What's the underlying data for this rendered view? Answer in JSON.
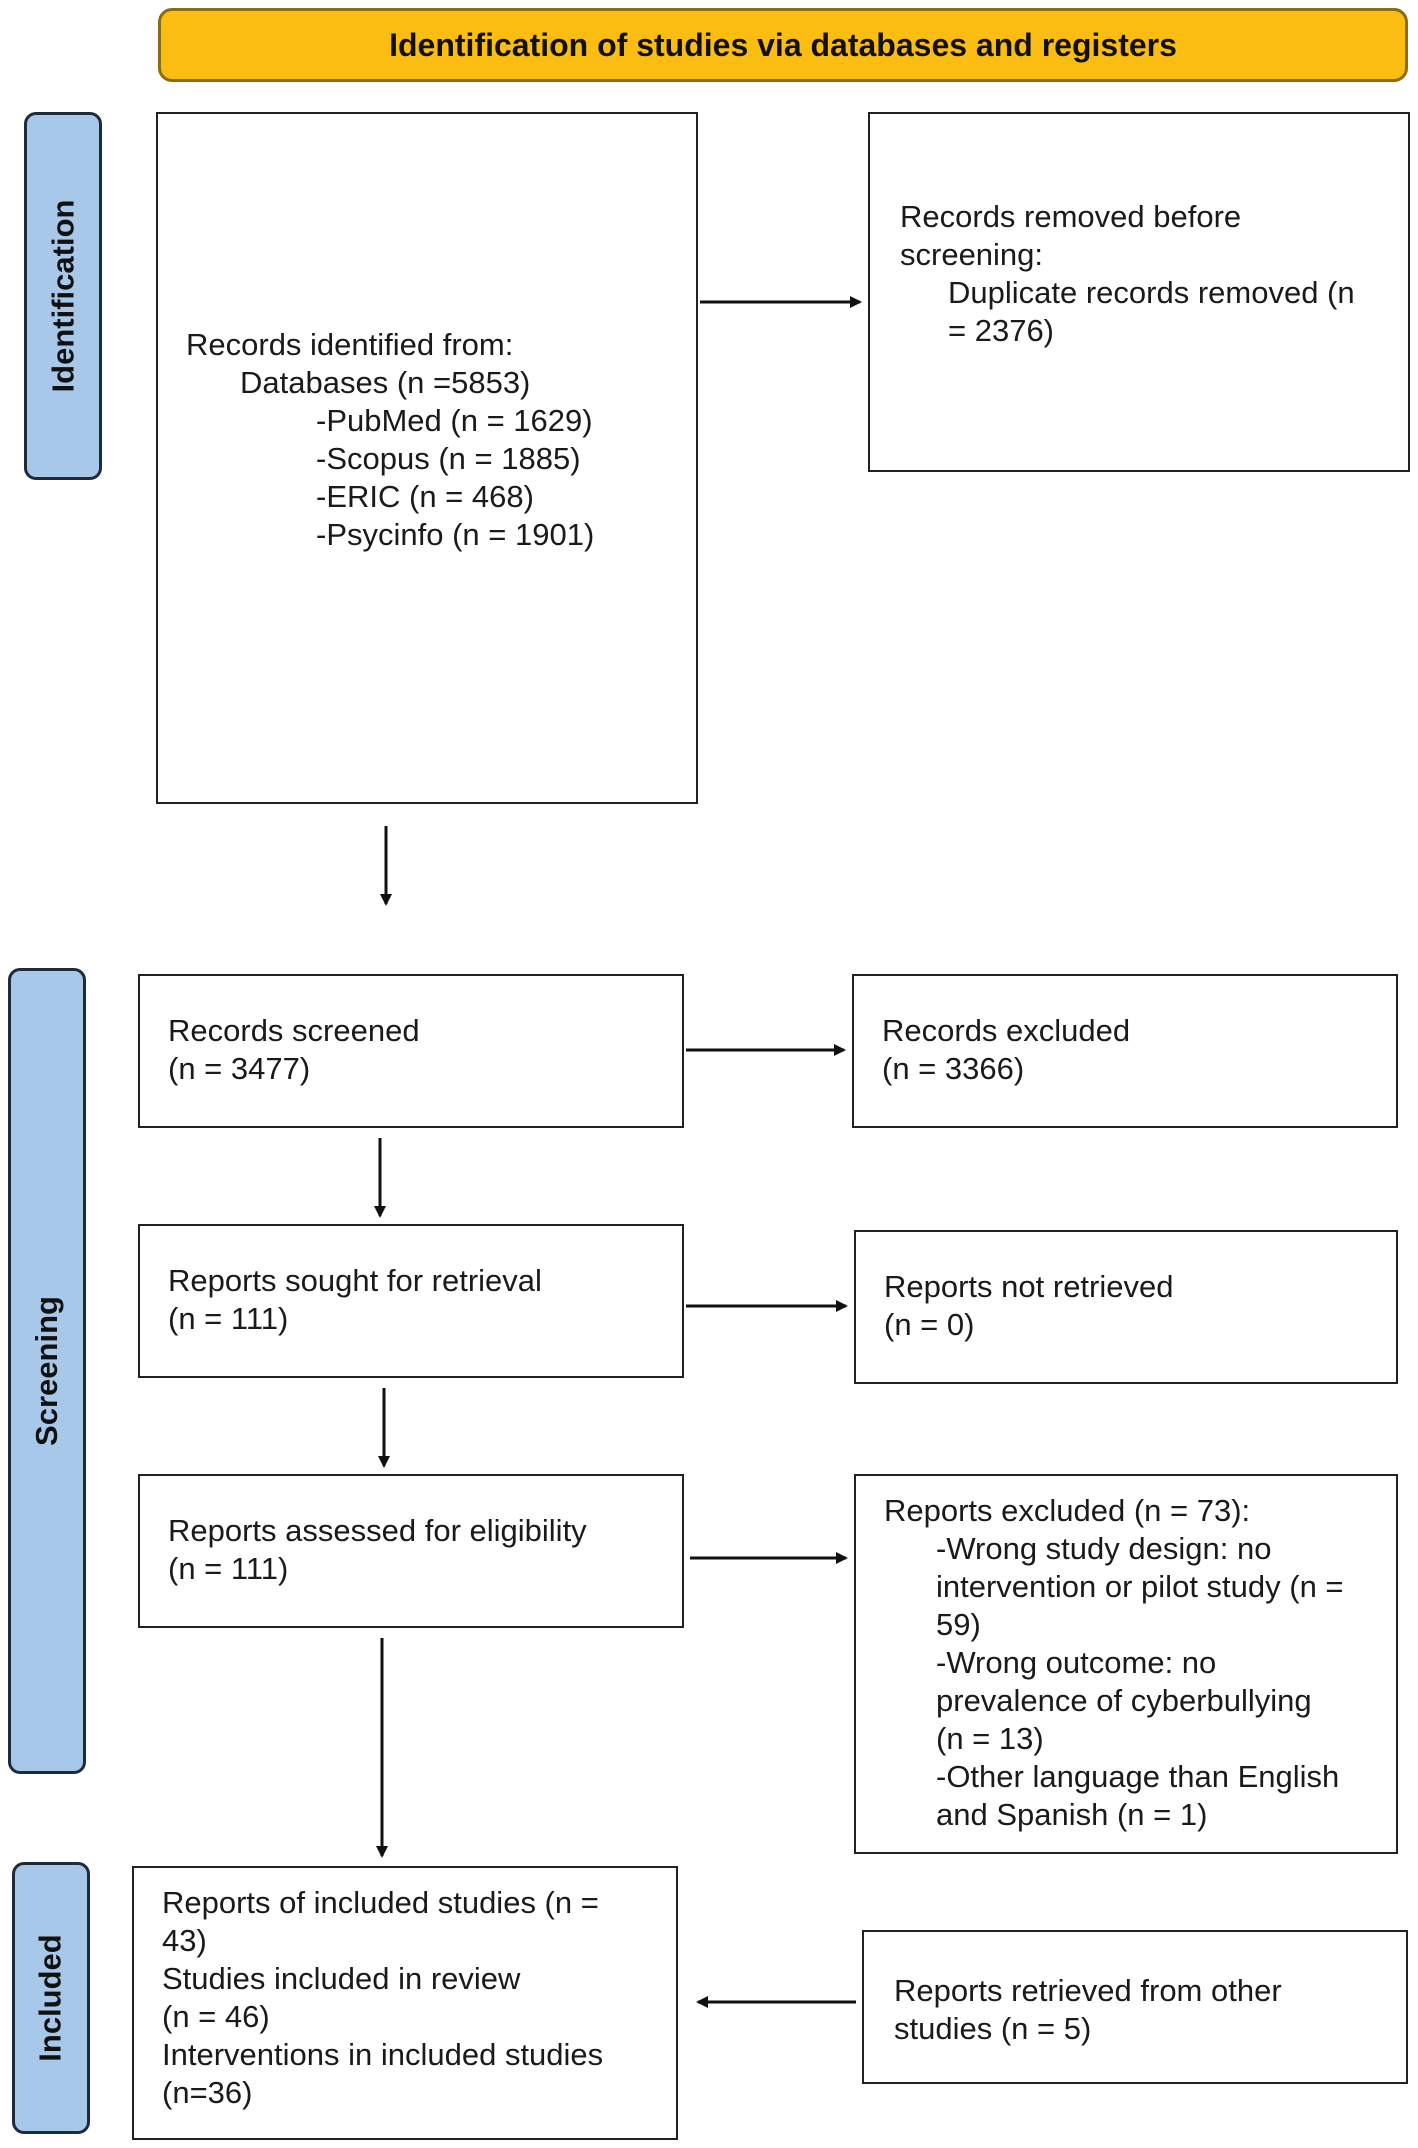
{
  "header": {
    "title": "Identification of studies via databases and registers"
  },
  "phases": {
    "identification": "Identification",
    "screening": "Screening",
    "included": "Included"
  },
  "records_identified": {
    "heading": "Records identified from:",
    "databases": "Databases (n =5853)",
    "sources": [
      "-PubMed (n = 1629)",
      "-Scopus (n = 1885)",
      "-ERIC (n = 468)",
      "-Psycinfo (n = 1901)"
    ]
  },
  "records_removed": {
    "line1": "Records removed before",
    "line2": "screening:",
    "detail1": "Duplicate records removed (n",
    "detail2": "= 2376)"
  },
  "records_screened": {
    "label": "Records screened",
    "count": "(n = 3477)"
  },
  "records_excluded": {
    "label": "Records excluded",
    "count": "(n = 3366)"
  },
  "reports_sought": {
    "label": "Reports sought for retrieval",
    "count": "(n = 111)"
  },
  "reports_not_retrieved": {
    "label": "Reports not retrieved",
    "count": "(n = 0)"
  },
  "reports_assessed": {
    "label": "Reports assessed for eligibility",
    "count": "(n = 111)"
  },
  "reports_excluded": {
    "heading": "Reports excluded (n = 73):",
    "reasons": [
      "-Wrong study design: no",
      "intervention or pilot study (n =",
      "59)",
      "-Wrong outcome: no",
      "prevalence of cyberbullying",
      "(n = 13)",
      "-Other language than English",
      "and Spanish (n = 1)"
    ]
  },
  "included_studies": {
    "lines": [
      "Reports of included studies (n =",
      "43)",
      "Studies included in review",
      "(n = 46)",
      "Interventions in included studies",
      "(n=36)"
    ]
  },
  "other_studies": {
    "line1": "Reports retrieved from other",
    "line2": "studies (n = 5)"
  }
}
